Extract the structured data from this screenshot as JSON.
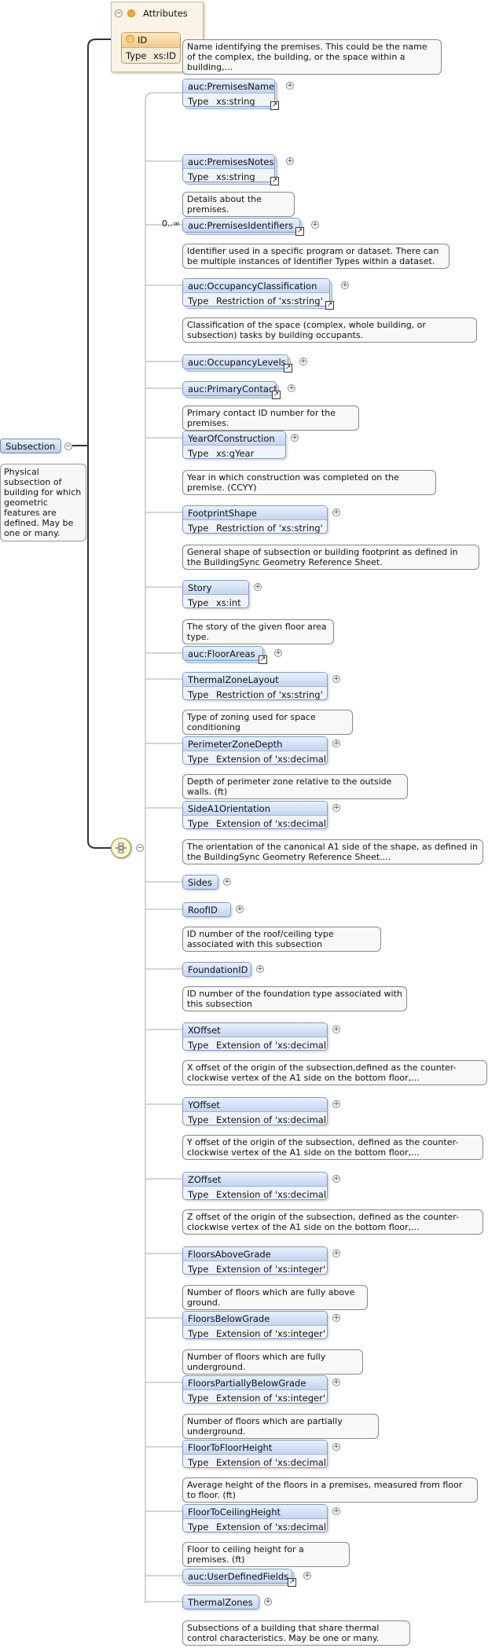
{
  "attributes": {
    "title": "Attributes",
    "items": [
      {
        "name": "ID",
        "type_key": "Type",
        "type_value": "xs:ID"
      }
    ]
  },
  "root": {
    "name": "Subsection",
    "doc": "Physical subsection of building for which geometric features are defined. May be one or many."
  },
  "cardinality": "0..∞",
  "elements": [
    {
      "name": "auc:PremisesName",
      "type_value": "xs:string",
      "doc": "Name identifying the premises. This could be the name of the complex, the building, or the space within a building,...",
      "ref": true,
      "shadow": true
    },
    {
      "name": "auc:PremisesNotes",
      "type_value": "xs:string",
      "doc": "Details about the premises.",
      "ref": true,
      "shadow": true
    },
    {
      "name": "auc:PremisesIdentifiers",
      "type_value": "",
      "doc": "Identifier used in a specific program or dataset. There can be multiple instances of Identifier Types within a dataset.",
      "ref": true,
      "shadow": true
    },
    {
      "name": "auc:OccupancyClassification",
      "type_value": "Restriction of 'xs:string'",
      "doc": "Classification of the space (complex, whole building, or subsection) tasks by building occupants.",
      "ref": true,
      "shadow": true
    },
    {
      "name": "auc:OccupancyLevels",
      "type_value": "",
      "doc": "",
      "ref": true,
      "shadow": true
    },
    {
      "name": "auc:PrimaryContactID",
      "type_value": "",
      "doc": "Primary contact ID number for the premises.",
      "ref": true,
      "shadow": true
    },
    {
      "name": "YearOfConstruction",
      "type_value": "xs:gYear",
      "doc": "Year in which construction was completed on the premise. (CCYY)",
      "ref": false,
      "shadow": false
    },
    {
      "name": "FootprintShape",
      "type_value": "Restriction of 'xs:string'",
      "doc": "General shape of subsection or building footprint as defined in the BuildingSync Geometry Reference Sheet.",
      "ref": false,
      "shadow": false
    },
    {
      "name": "Story",
      "type_value": "xs:int",
      "doc": "The story of the given floor area type.",
      "ref": false,
      "shadow": false
    },
    {
      "name": "auc:FloorAreas",
      "type_value": "",
      "doc": "",
      "ref": true,
      "shadow": true
    },
    {
      "name": "ThermalZoneLayout",
      "type_value": "Restriction of 'xs:string'",
      "doc": "Type of zoning used for space conditioning",
      "ref": false,
      "shadow": false
    },
    {
      "name": "PerimeterZoneDepth",
      "type_value": "Extension of 'xs:decimal'",
      "doc": "Depth of perimeter zone relative to the outside walls. (ft)",
      "ref": false,
      "shadow": false
    },
    {
      "name": "SideA1Orientation",
      "type_value": "Extension of 'xs:decimal'",
      "doc": "The orientation of the canonical A1 side of the shape, as defined in the BuildingSync Geometry Reference Sheet....",
      "ref": false,
      "shadow": false
    },
    {
      "name": "Sides",
      "type_value": "",
      "doc": "",
      "ref": false,
      "shadow": false
    },
    {
      "name": "RoofID",
      "type_value": "",
      "doc": "ID number of the roof/ceiling type associated with this subsection",
      "ref": false,
      "shadow": false
    },
    {
      "name": "FoundationID",
      "type_value": "",
      "doc": "ID number of the foundation type associated with this subsection",
      "ref": false,
      "shadow": false
    },
    {
      "name": "XOffset",
      "type_value": "Extension of 'xs:decimal'",
      "doc": "X offset of the origin of the subsection,defined as the counter-clockwise vertex of the A1 side on the bottom floor,...",
      "ref": false,
      "shadow": false
    },
    {
      "name": "YOffset",
      "type_value": "Extension of 'xs:decimal'",
      "doc": "Y offset of the origin of the subsection, defined as the counter-clockwise vertex of the A1 side on the bottom floor,...",
      "ref": false,
      "shadow": false
    },
    {
      "name": "ZOffset",
      "type_value": "Extension of 'xs:decimal'",
      "doc": "Z offset of the origin of the subsection, defined as the counter-clockwise vertex of the A1 side on the bottom floor,...",
      "ref": false,
      "shadow": false
    },
    {
      "name": "FloorsAboveGrade",
      "type_value": "Extension of 'xs:integer'",
      "doc": "Number of floors which are fully above ground.",
      "ref": false,
      "shadow": false
    },
    {
      "name": "FloorsBelowGrade",
      "type_value": "Extension of 'xs:integer'",
      "doc": "Number of floors which are fully underground.",
      "ref": false,
      "shadow": false
    },
    {
      "name": "FloorsPartiallyBelowGrade",
      "type_value": "Extension of 'xs:integer'",
      "doc": "Number of floors which are partially underground.",
      "ref": false,
      "shadow": false
    },
    {
      "name": "FloorToFloorHeight",
      "type_value": "Extension of 'xs:decimal'",
      "doc": "Average height of the floors in a premises, measured from floor to floor. (ft)",
      "ref": false,
      "shadow": false
    },
    {
      "name": "FloorToCeilingHeight",
      "type_value": "Extension of 'xs:decimal'",
      "doc": "Floor to ceiling height for a premises. (ft)",
      "ref": false,
      "shadow": false
    },
    {
      "name": "auc:UserDefinedFields",
      "type_value": "",
      "doc": "",
      "ref": true,
      "shadow": true
    },
    {
      "name": "ThermalZones",
      "type_value": "",
      "doc": "Subsections of a building that share thermal control characteristics. May be one or many.",
      "ref": false,
      "shadow": false
    }
  ],
  "labels": {
    "type_key": "Type"
  }
}
